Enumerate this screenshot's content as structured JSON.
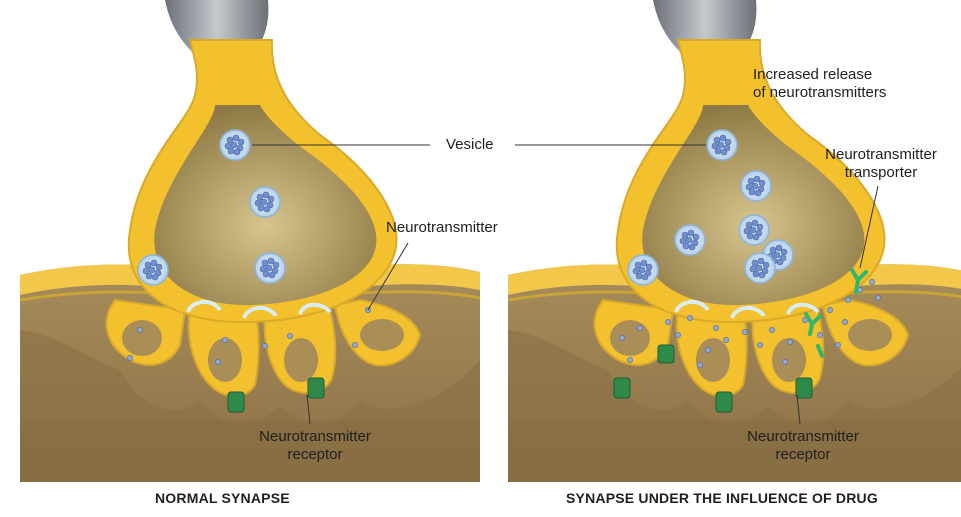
{
  "panels": [
    {
      "caption": "NORMAL SYNAPSE",
      "labels": {
        "neurotransmitter": "Neurotransmitter",
        "receptor_line1": "Neurotransmitter",
        "receptor_line2": "receptor"
      }
    },
    {
      "caption": "SYNAPSE UNDER THE INFLUENCE OF DRUG",
      "labels": {
        "increased_line1": "Increased release",
        "increased_line2": "of neurotransmitters",
        "transporter_line1": "Neurotransmitter",
        "transporter_line2": "transporter",
        "receptor_line1": "Neurotransmitter",
        "receptor_line2": "receptor"
      }
    }
  ],
  "shared": {
    "vesicle": "Vesicle"
  },
  "colors": {
    "membrane_yellow": "#f3c12e",
    "terminal_inner": "#b49a5d",
    "tissue_brown": "#9a7f52",
    "tissue_dark": "#6e5a35",
    "vesicle_blue": "#7d9cd6",
    "receptor_green": "#2f8a4a",
    "transporter_green": "#34b56b",
    "axon_grey": "#8a8f96"
  }
}
